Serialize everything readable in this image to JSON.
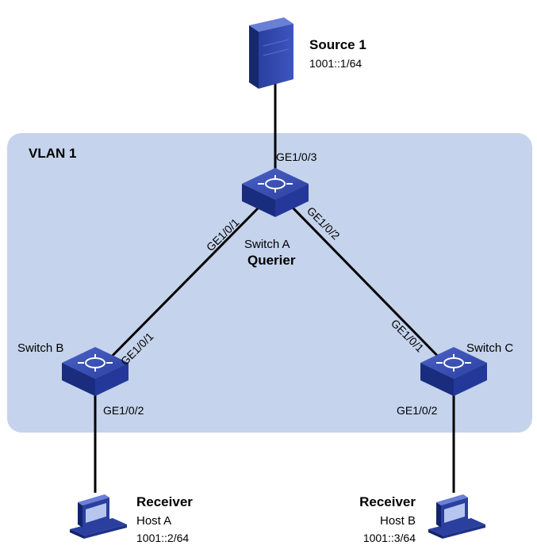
{
  "vlan": {
    "label": "VLAN 1",
    "fill": "#c5d3ec"
  },
  "source": {
    "name": "Source 1",
    "address": "1001::1/64"
  },
  "switch_a": {
    "name": "Switch A",
    "role": "Querier",
    "port_up": "GE1/0/3",
    "port_left": "GE1/0/1",
    "port_right": "GE1/0/2"
  },
  "switch_b": {
    "name": "Switch B",
    "port_up": "GE1/0/1",
    "port_down": "GE1/0/2"
  },
  "switch_c": {
    "name": "Switch C",
    "port_up": "GE1/0/1",
    "port_down": "GE1/0/2"
  },
  "host_a": {
    "role": "Receiver",
    "name": "Host A",
    "address": "1001::2/64"
  },
  "host_b": {
    "role": "Receiver",
    "name": "Host B",
    "address": "1001::3/64"
  },
  "icons": {
    "server": "server-icon",
    "switch": "switch-icon",
    "pc": "pc-icon"
  },
  "colors": {
    "device_blue": "#1f3a9c",
    "device_dark": "#0e1e5e",
    "link": "#000000"
  }
}
